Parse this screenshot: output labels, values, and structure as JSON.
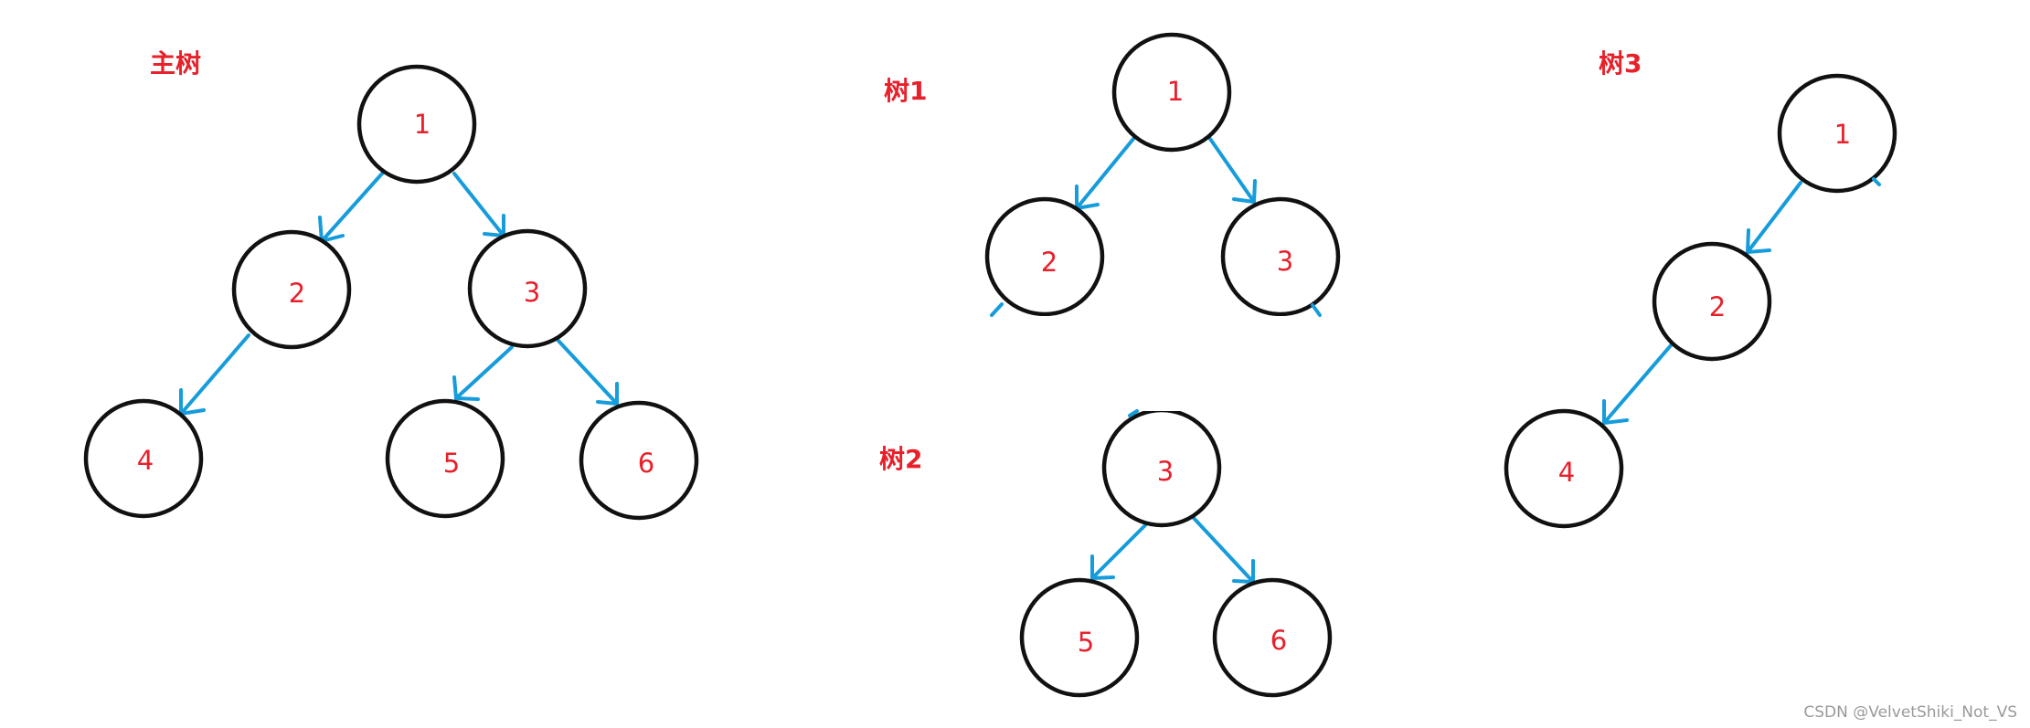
{
  "titles": {
    "main": "主树",
    "tree1": "树1",
    "tree2": "树2",
    "tree3": "树3"
  },
  "trees": [
    {
      "id": "main-tree",
      "nodes": [
        "1",
        "2",
        "3",
        "4",
        "5",
        "6"
      ],
      "edges": [
        [
          "1",
          "2"
        ],
        [
          "1",
          "3"
        ],
        [
          "2",
          "4"
        ],
        [
          "3",
          "5"
        ],
        [
          "3",
          "6"
        ]
      ]
    },
    {
      "id": "tree1",
      "nodes": [
        "1",
        "2",
        "3"
      ],
      "edges": [
        [
          "1",
          "2"
        ],
        [
          "1",
          "3"
        ]
      ]
    },
    {
      "id": "tree2",
      "nodes": [
        "3",
        "5",
        "6"
      ],
      "edges": [
        [
          "3",
          "5"
        ],
        [
          "3",
          "6"
        ]
      ]
    },
    {
      "id": "tree3",
      "nodes": [
        "1",
        "2",
        "4"
      ],
      "edges": [
        [
          "1",
          "2"
        ],
        [
          "2",
          "4"
        ]
      ]
    }
  ],
  "watermark": "CSDN @VelvetShiki_Not_VS",
  "colors": {
    "node_label": "#e8202a",
    "title": "#e8202a",
    "edge": "#169cdb",
    "node_stroke": "#111111",
    "watermark": "#9a9a9a"
  }
}
